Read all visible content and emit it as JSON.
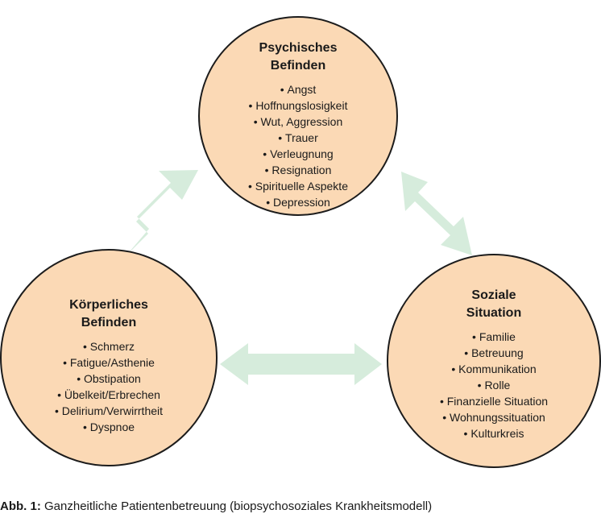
{
  "colors": {
    "circle_fill": "#fbd9b5",
    "circle_stroke": "#1c1c1c",
    "arrow_fill": "#d6ecdc"
  },
  "nodes": {
    "psychisch": {
      "title_line1": "Psychisches",
      "title_line2": "Befinden",
      "items": [
        "Angst",
        "Hoffnungslosigkeit",
        "Wut, Aggression",
        "Trauer",
        "Verleugnung",
        "Resignation",
        "Spirituelle Aspekte",
        "Depression"
      ]
    },
    "koerperlich": {
      "title_line1": "Körperliches",
      "title_line2": "Befinden",
      "items": [
        "Schmerz",
        "Fatigue/Asthenie",
        "Obstipation",
        "Übelkeit/Erbrechen",
        "Delirium/Verwirrtheit",
        "Dyspnoe"
      ]
    },
    "sozial": {
      "title_line1": "Soziale",
      "title_line2": "Situation",
      "items": [
        "Familie",
        "Betreuung",
        "Kommunikation",
        "Rolle",
        "Finanzielle Situation",
        "Wohnungssituation",
        "Kulturkreis"
      ]
    }
  },
  "caption": {
    "label": "Abb. 1:",
    "text": " Ganzheitliche Patientenbetreuung (biopsychosoziales Krankheitsmodell)"
  }
}
